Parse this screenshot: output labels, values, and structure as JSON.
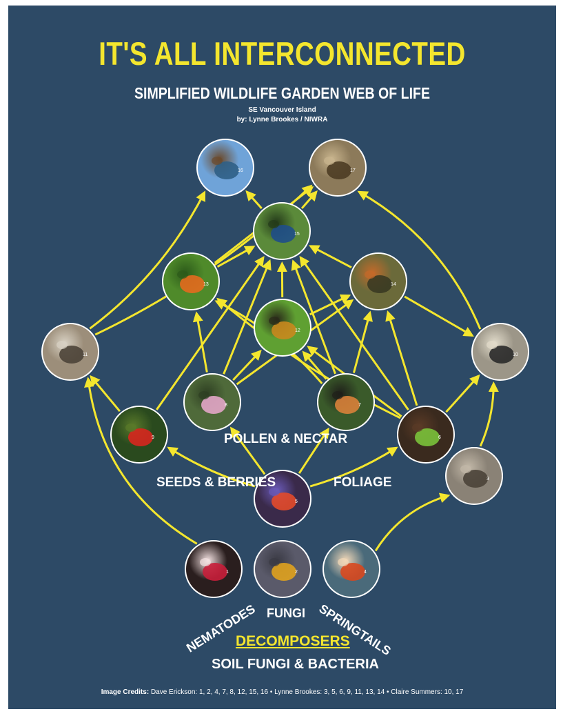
{
  "header": {
    "title": "IT'S ALL INTERCONNECTED",
    "subtitle": "SIMPLIFIED WILDLIFE GARDEN WEB OF LIFE",
    "location": "SE Vancouver Island",
    "byline": "by: Lynne Brookes / NIWRA"
  },
  "colors": {
    "background": "#2d4a66",
    "accent": "#f4e62e",
    "text": "#ffffff"
  },
  "nodes": [
    {
      "id": "hawk",
      "number": "16"
    },
    {
      "id": "owl",
      "number": "17"
    },
    {
      "id": "jay",
      "number": "15"
    },
    {
      "id": "dragonfly",
      "number": "13"
    },
    {
      "id": "hummingbird",
      "number": "14"
    },
    {
      "id": "beetle",
      "number": "12"
    },
    {
      "id": "toad",
      "number": "11"
    },
    {
      "id": "snake",
      "number": "10"
    },
    {
      "id": "nodding-onion",
      "number": "8"
    },
    {
      "id": "painted-lady",
      "number": "7"
    },
    {
      "id": "berries",
      "number": "9"
    },
    {
      "id": "caterpillar",
      "number": "6"
    },
    {
      "id": "wildflowers",
      "number": "5"
    },
    {
      "id": "slug",
      "number": "3"
    },
    {
      "id": "mushroom",
      "number": "1"
    },
    {
      "id": "fungi",
      "number": "2"
    },
    {
      "id": "fly-agaric",
      "number": "4"
    }
  ],
  "labels": {
    "pollen_nectar": "POLLEN & NECTAR",
    "seeds_berries": "SEEDS & BERRIES",
    "foliage": "FOLIAGE",
    "nematodes": "NEMATODES",
    "fungi": "FUNGI",
    "springtails": "SPRINGTAILS",
    "decomposers": "DECOMPOSERS",
    "soil": "SOIL FUNGI & BACTERIA"
  },
  "credits": {
    "heading": "Image Credits:",
    "line": "Dave Erickson: 1, 2, 4, 7, 8, 12, 15, 16  •  Lynne Brookes: 3, 5, 6, 9, 11, 13, 14  •  Claire Summers: 10, 17"
  }
}
